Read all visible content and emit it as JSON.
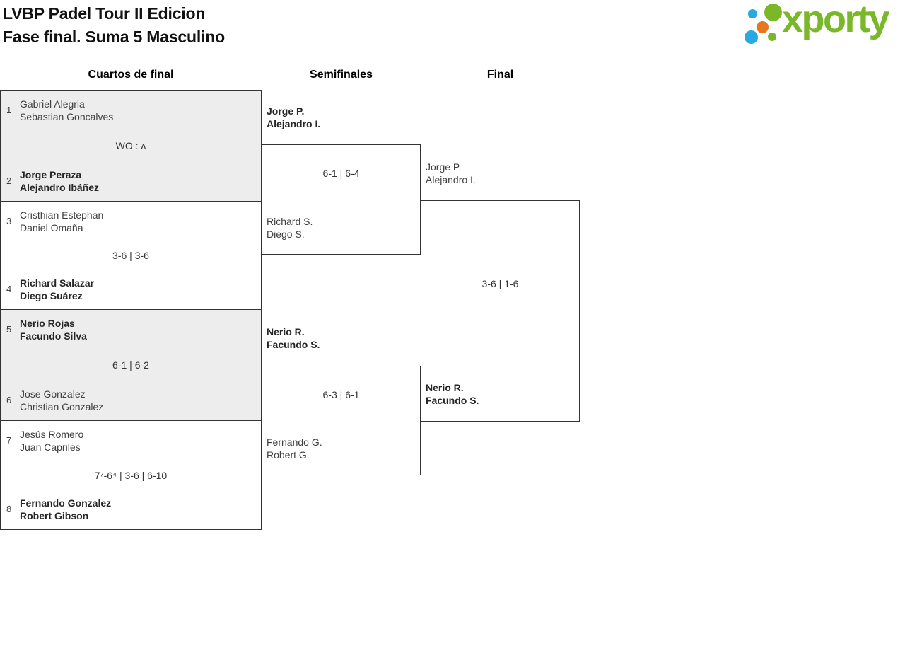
{
  "header": {
    "title_line1": "LVBP Padel Tour II Edicion",
    "title_line2": "Fase final. Suma 5 Masculino"
  },
  "logo": {
    "text": "xporty",
    "green": "#7ab829",
    "blue": "#29a9e1",
    "orange": "#e8761f"
  },
  "round_headers": {
    "quarterfinals": "Cuartos de final",
    "semifinals": "Semifinales",
    "final": "Final"
  },
  "quarterfinals": [
    {
      "seed_top": "1",
      "top": [
        "Gabriel Alegria",
        "Sebastian Goncalves"
      ],
      "score": "WO : ʌ",
      "seed_bottom": "2",
      "bottom": [
        "Jorge Peraza",
        "Alejandro Ibáñez"
      ]
    },
    {
      "seed_top": "3",
      "top": [
        "Cristhian Estephan",
        "Daniel Omaña"
      ],
      "score": "3-6 | 3-6",
      "seed_bottom": "4",
      "bottom": [
        "Richard Salazar",
        "Diego Suárez"
      ]
    },
    {
      "seed_top": "5",
      "top": [
        "Nerio Rojas",
        "Facundo Silva"
      ],
      "score": "6-1 | 6-2",
      "seed_bottom": "6",
      "bottom": [
        "Jose Gonzalez",
        "Christian Gonzalez"
      ]
    },
    {
      "seed_top": "7",
      "top": [
        "Jesús Romero",
        "Juan Capriles"
      ],
      "score": "7⁷-6⁴ | 3-6 | 6-10",
      "seed_bottom": "8",
      "bottom": [
        "Fernando Gonzalez",
        "Robert Gibson"
      ]
    }
  ],
  "semifinals": [
    {
      "top": [
        "Jorge P.",
        "Alejandro I."
      ],
      "score": "6-1 | 6-4",
      "bottom": [
        "Richard S.",
        "Diego S."
      ]
    },
    {
      "top": [
        "Nerio R.",
        "Facundo S."
      ],
      "score": "6-3 | 6-1",
      "bottom": [
        "Fernando G.",
        "Robert G."
      ]
    }
  ],
  "final": {
    "top": [
      "Jorge P.",
      "Alejandro I."
    ],
    "score": "3-6 | 1-6",
    "bottom": [
      "Nerio R.",
      "Facundo S."
    ]
  }
}
